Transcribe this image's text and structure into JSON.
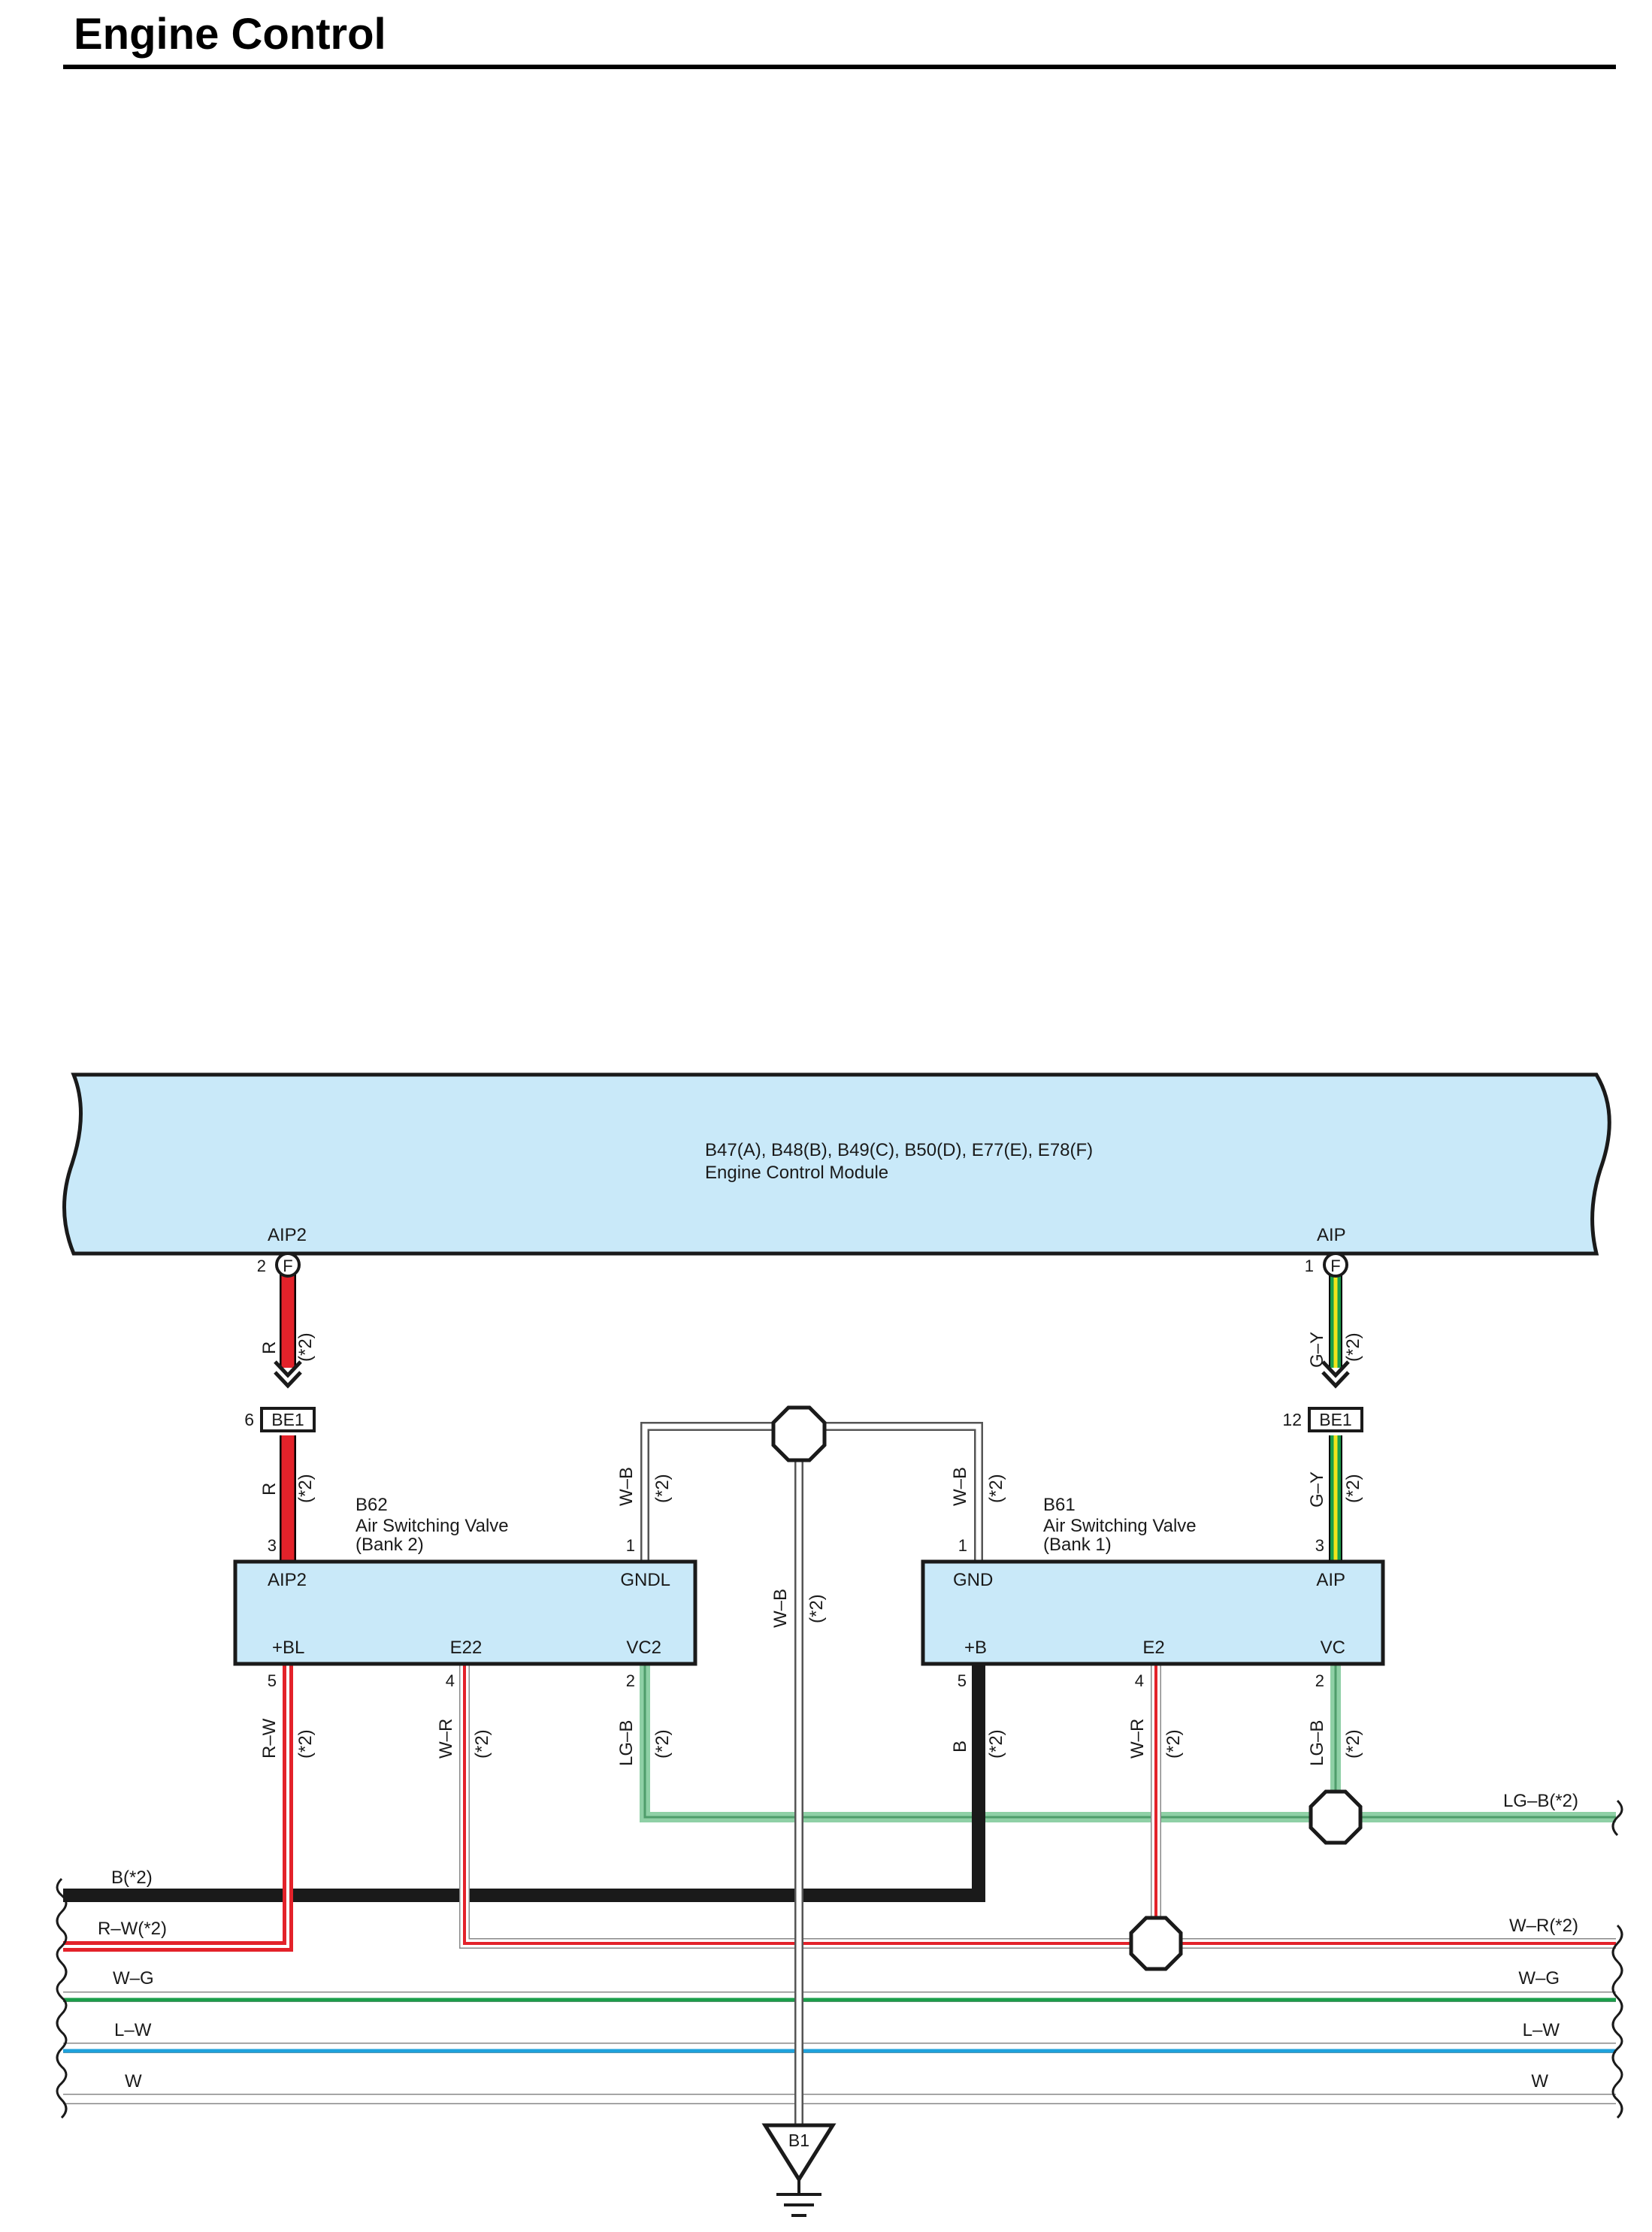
{
  "page": {
    "title": "Engine Control"
  },
  "ecm": {
    "connectors": "B47(A), B48(B), B49(C), B50(D), E77(E), E78(F)",
    "name": "Engine Control Module",
    "pins": [
      {
        "label": "AIP2",
        "num": "2",
        "conn": "F"
      },
      {
        "label": "AIP",
        "num": "1",
        "conn": "F"
      }
    ]
  },
  "junctions": [
    {
      "id": "BE1",
      "pin": "6"
    },
    {
      "id": "BE1",
      "pin": "12"
    }
  ],
  "valves": [
    {
      "code": "B62",
      "name": "Air Switching Valve",
      "bank": "(Bank 2)",
      "top_pins": [
        {
          "num": "3",
          "label": "AIP2"
        },
        {
          "num": "1",
          "label": "GNDL"
        }
      ],
      "bottom_pins": [
        {
          "num": "5",
          "label": "+BL"
        },
        {
          "num": "4",
          "label": "E22"
        },
        {
          "num": "2",
          "label": "VC2"
        }
      ]
    },
    {
      "code": "B61",
      "name": "Air Switching Valve",
      "bank": "(Bank 1)",
      "top_pins": [
        {
          "num": "1",
          "label": "GND"
        },
        {
          "num": "3",
          "label": "AIP"
        }
      ],
      "bottom_pins": [
        {
          "num": "5",
          "label": "+B"
        },
        {
          "num": "4",
          "label": "E2"
        },
        {
          "num": "2",
          "label": "VC"
        }
      ]
    }
  ],
  "wire_labels": {
    "r": "R",
    "gy": "G–Y",
    "wb": "W–B",
    "rw": "R–W",
    "wr": "W–R",
    "lgb": "LG–B",
    "b": "B",
    "note": "(*2)"
  },
  "buses": [
    {
      "label": "LG–B(*2)",
      "color": "#8fd0a6"
    },
    {
      "label": "B(*2)",
      "color": "#1a1a1a"
    },
    {
      "label": "R–W(*2)",
      "color": "#e3222a"
    },
    {
      "label": "W–R(*2)",
      "color": "#e3222a"
    },
    {
      "label": "W–G",
      "color": "#1a9e4a"
    },
    {
      "label": "L–W",
      "color": "#1fa2dc"
    },
    {
      "label": "W",
      "color": "#ffffff"
    }
  ],
  "ground": {
    "id": "B1"
  },
  "colors": {
    "module_fill": "#c9e9f9",
    "red": "#e3222a",
    "green": "#1a9e4a",
    "yellow": "#f2e51a",
    "light_green": "#8fd0a6",
    "blue": "#1fa2dc"
  }
}
